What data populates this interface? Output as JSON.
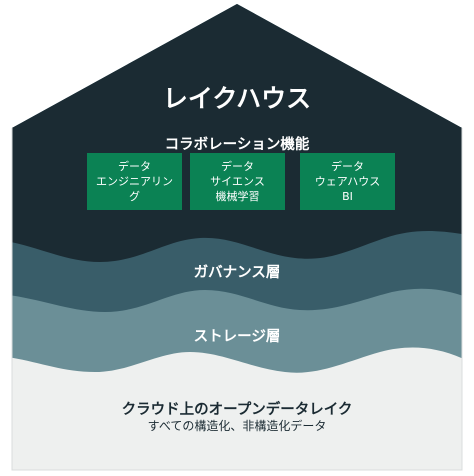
{
  "diagram": {
    "title": "レイクハウス",
    "collaboration_label": "コラボレーション機能",
    "boxes": [
      {
        "line1": "データ",
        "line2": "エンジニアリン",
        "line3": "グ"
      },
      {
        "line1": "データ",
        "line2": "サイエンス",
        "line3": "機械学習"
      },
      {
        "line1": "データ",
        "line2": "ウェアハウス",
        "line3": "BI"
      }
    ],
    "governance_label": "ガバナンス層",
    "storage_label": "ストレージ層",
    "lake_title": "クラウド上のオープンデータレイク",
    "lake_subtitle": "すべての構造化、非構造化データ"
  },
  "colors": {
    "roof": "#1b2b33",
    "governance": "#395d69",
    "storage": "#6b8f97",
    "lake": "#eef0ef",
    "box": "#0b8254",
    "border": "#d6d6d6"
  }
}
